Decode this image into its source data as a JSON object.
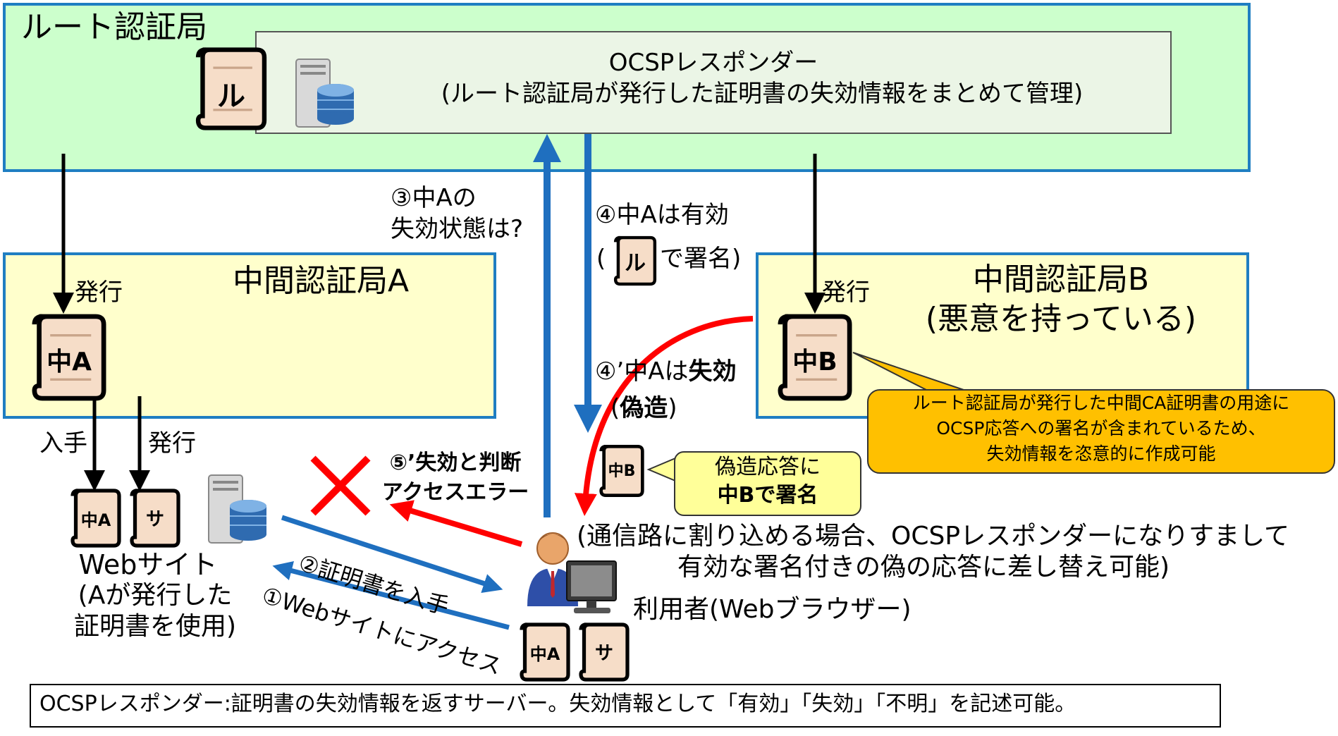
{
  "root_ca": {
    "title": "ルート認証局",
    "cert_label": "ル",
    "ocsp_title": "OCSPレスポンダー",
    "ocsp_desc": "(ルート認証局が発行した証明書の失効情報をまとめて管理)"
  },
  "ca_a": {
    "title": "中間認証局A",
    "issue_label": "発行",
    "cert_label": "中A"
  },
  "ca_b": {
    "title": "中間認証局B",
    "subtitle": "(悪意を持っている)",
    "issue_label": "発行",
    "cert_label": "中B"
  },
  "website": {
    "obtain_label": "入手",
    "issue_label": "発行",
    "cert_a_label": "中A",
    "cert_s_label": "サ",
    "name": "Webサイト",
    "desc_line1": "(Aが発行した",
    "desc_line2": "証明書を使用)"
  },
  "steps": {
    "step1": "①Webサイトにアクセス",
    "step2": "②証明書を入手",
    "step3_line1": "③中Aの",
    "step3_line2": "失効状態は?",
    "step4_line1": "④中Aは有効",
    "step4_line2_pre": "(",
    "step4_cert": "ル",
    "step4_line2_post": "で署名)",
    "step4p_prefix": "④’中Aは",
    "step4p_bold": "失効",
    "step4p_line2_pre": "(",
    "step4p_line2_bold": "偽造",
    "step4p_line2_post": ")",
    "step5_line1": "⑤’失効と判断",
    "step5_line2": "アクセスエラー"
  },
  "forged": {
    "cert_label": "中B",
    "bubble_line1": "偽造応答に",
    "bubble_line2": "中Bで署名"
  },
  "callout": {
    "line1": "ルート認証局が発行した中間CA証明書の用途に",
    "line2": "OCSP応答への署名が含まれているため、",
    "line3": "失効情報を恣意的に作成可能"
  },
  "mitm_note": {
    "line1": "(通信路に割り込める場合、OCSPレスポンダーになりすまして",
    "line2": "有効な署名付きの偽の応答に差し替え可能)"
  },
  "user": {
    "name": "利用者(Webブラウザー)",
    "cert_a_label": "中A",
    "cert_s_label": "サ"
  },
  "footer": {
    "text": "OCSPレスポンダー:証明書の失効情報を返すサーバー。失効情報として「有効」「失効」「不明」を記述可能。"
  },
  "colors": {
    "root_fill": "#ccffcc",
    "ca_fill": "#ffffcc",
    "border_blue": "#1f7ec2",
    "arrow_blue": "#1f6fbf",
    "arrow_red": "#ff0000",
    "callout_orange": "#ffc000",
    "bubble_yellow": "#ffff99"
  }
}
